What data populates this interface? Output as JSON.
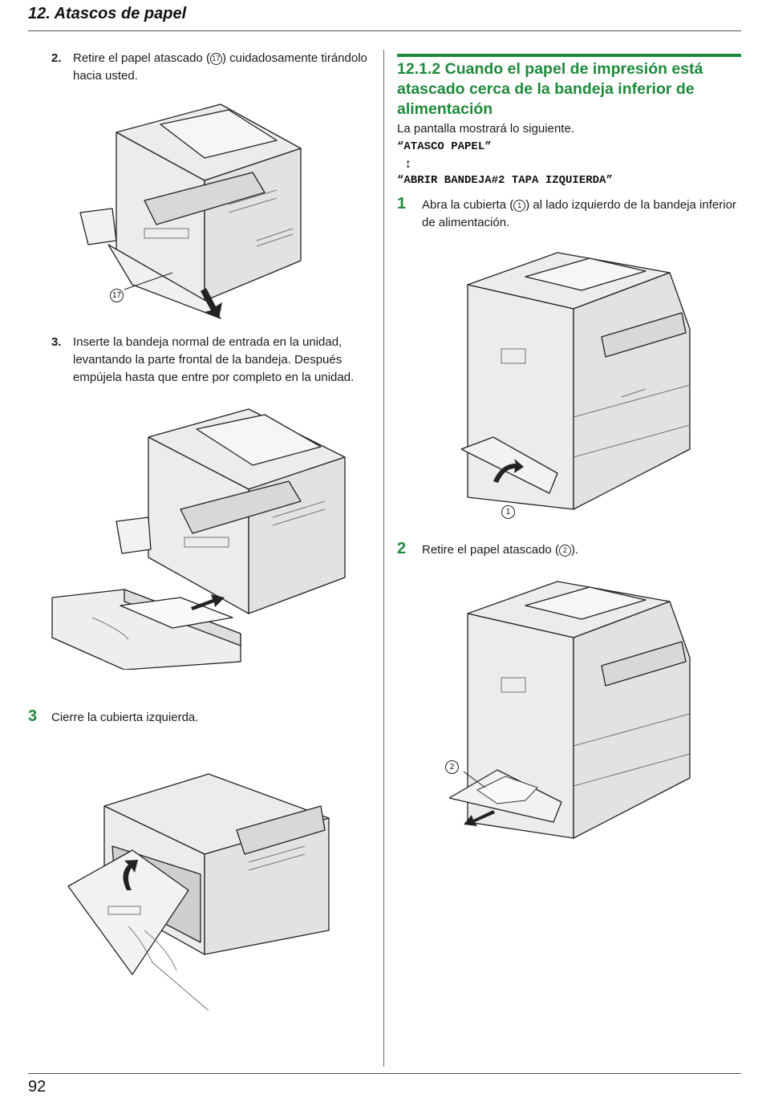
{
  "header": {
    "title": "12. Atascos de papel"
  },
  "left": {
    "step2": {
      "num": "2.",
      "text": "Retire el papel atascado (",
      "callout": "17",
      "text_end": ") cuidadosamente tirándolo hacia usted."
    },
    "illus1_callout": "17",
    "step3a": {
      "num": "3.",
      "text": "Inserte la bandeja normal de entrada en la unidad, levantando la parte frontal de la bandeja. Después empújela hasta que entre por completo en la unidad."
    },
    "step3b": {
      "num": "3",
      "text": "Cierre la cubierta izquierda."
    }
  },
  "right": {
    "section_title": "12.1.2 Cuando el papel de impresión está atascado cerca de la bandeja inferior de alimentación",
    "intro": "La pantalla mostrará lo siguiente.",
    "lcd1": "“ATASCO PAPEL”",
    "lcd_arrow": "↕",
    "lcd2": "“ABRIR BANDEJA#2 TAPA IZQUIERDA”",
    "step1": {
      "num": "1",
      "text": "Abra la cubierta (",
      "callout": "1",
      "text_end": ") al lado izquierdo de la bandeja inferior de alimentación."
    },
    "illus_callout_1": "1",
    "step2": {
      "num": "2",
      "text": "Retire el papel atascado (",
      "callout": "2",
      "text_end": ")."
    },
    "illus_callout_2": "2"
  },
  "footer": {
    "page_number": "92"
  },
  "colors": {
    "accent": "#1e8a3c",
    "text": "#1a1a1a",
    "rule": "#555555"
  }
}
